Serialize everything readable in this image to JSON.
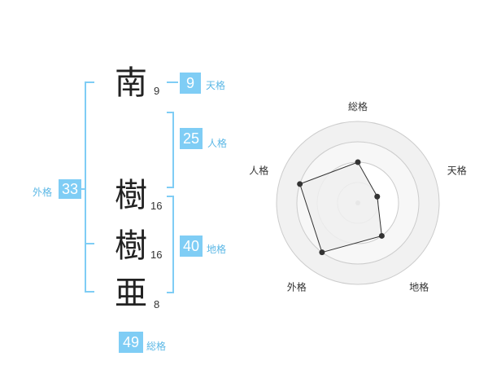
{
  "name": {
    "chars": [
      {
        "char": "南",
        "strokes": "9"
      },
      {
        "char": "樹",
        "strokes": "16"
      },
      {
        "char": "樹",
        "strokes": "16"
      },
      {
        "char": "亜",
        "strokes": "8"
      }
    ]
  },
  "fortunes": {
    "tenkaku": {
      "value": "9",
      "label": "天格"
    },
    "jinkaku": {
      "value": "25",
      "label": "人格"
    },
    "chikaku": {
      "value": "40",
      "label": "地格"
    },
    "gaikaku": {
      "value": "33",
      "label": "外格"
    },
    "soukaku": {
      "value": "49",
      "label": "総格"
    }
  },
  "chart_data": {
    "type": "radar",
    "axes": [
      "総格",
      "天格",
      "地格",
      "外格",
      "人格"
    ],
    "values": [
      2,
      1,
      2,
      3,
      3
    ],
    "max": 4,
    "rings": 4,
    "colors": {
      "fill": "#efefef",
      "stroke": "#333333",
      "grid": "#cccccc",
      "center": "#bbbbbb"
    }
  }
}
